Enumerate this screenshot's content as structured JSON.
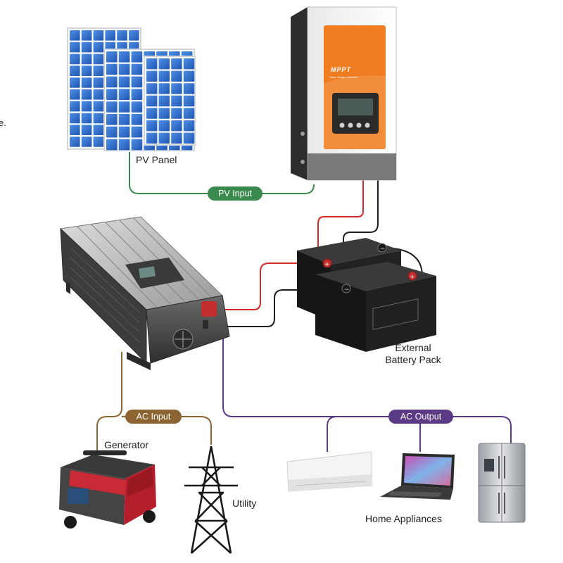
{
  "stray_text": "e.",
  "labels": {
    "pv_panel": "PV Panel",
    "external_battery": "External\nBattery Pack",
    "generator": "Generator",
    "utility": "Utility",
    "home_appliances": "Home Appliances"
  },
  "badges": {
    "pv_input": "PV Input",
    "ac_input": "AC Input",
    "ac_output": "AC Output"
  },
  "controller": {
    "brand": "MPPT",
    "subtitle": "Solar charge controller"
  },
  "colors": {
    "pv_line": "#3a8a4e",
    "ac_input_line": "#8c6432",
    "ac_output_line": "#5b3a86",
    "dc_positive": "#d42a2a",
    "dc_negative": "#1e1e1e",
    "controller_orange": "#f07d22",
    "panel_blue": "#2f6fd1"
  }
}
